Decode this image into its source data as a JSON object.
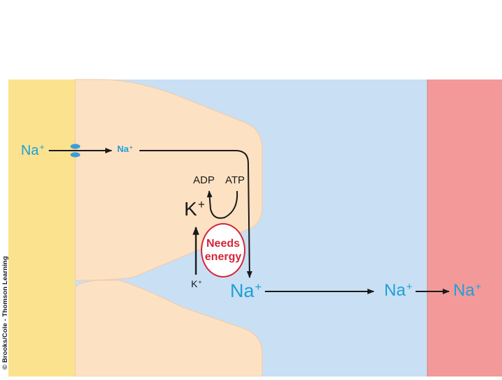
{
  "diagram": {
    "colors": {
      "lumen": "#fbe28f",
      "cell": "#fde1c3",
      "interstitial": "#c9dff3",
      "blood": "#f3999a",
      "arrow": "#1a1a1a",
      "channel": "#3b9ed6",
      "na_label": "#1fa0d8",
      "energy": "#d3263a"
    },
    "labels": {
      "na_lumen": {
        "base": "Na",
        "sup": "+"
      },
      "na_cell": {
        "base": "Na",
        "sup": "+"
      },
      "adp": "ADP",
      "atp": "ATP",
      "k_large": {
        "base": "K",
        "sup": "+"
      },
      "k_small": {
        "base": "K",
        "sup": "+"
      },
      "energy_line1": "Needs",
      "energy_line2": "energy",
      "na_interstitial": {
        "base": "Na",
        "sup": "+"
      },
      "na_capillary_wall": {
        "base": "Na",
        "sup": "+"
      },
      "na_blood": {
        "base": "Na",
        "sup": "+"
      }
    },
    "credit": "© Brooks/Cole - Thomson Learning"
  }
}
